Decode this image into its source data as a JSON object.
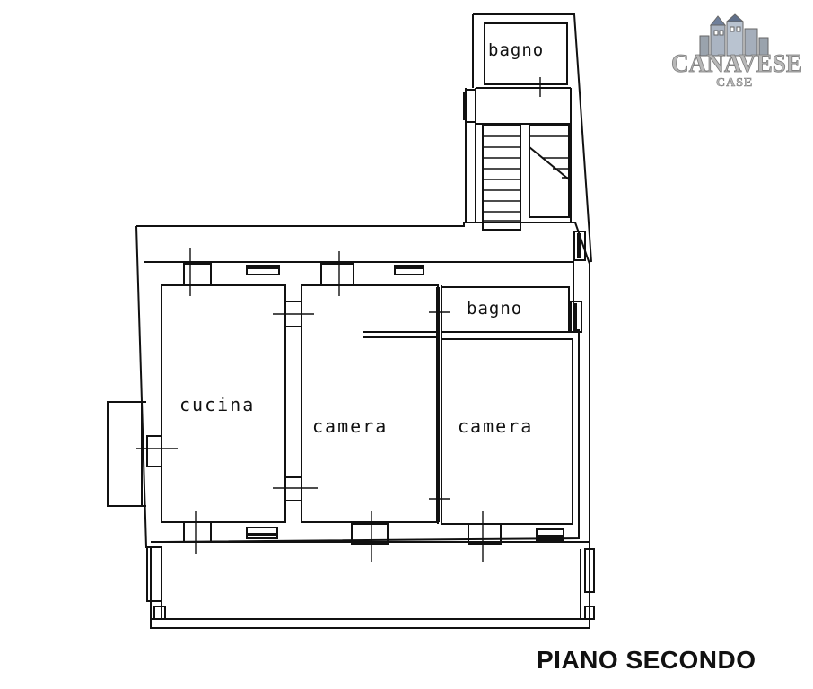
{
  "title": "PIANO SECONDO",
  "logo": {
    "main": "CANAVESE",
    "sub": "CASE"
  },
  "rooms": {
    "bagno_top": "bagno",
    "bagno_right": "bagno",
    "cucina": "cucina",
    "camera_middle": "camera",
    "camera_right": "camera"
  },
  "colors": {
    "line": "#111111",
    "logo": "#b8b8b8"
  }
}
